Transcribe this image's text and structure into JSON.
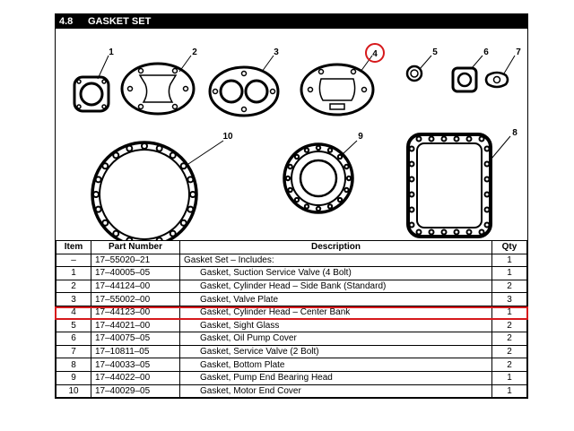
{
  "section": {
    "number": "4.8",
    "title": "GASKET SET"
  },
  "callouts": [
    "1",
    "2",
    "3",
    "4",
    "5",
    "6",
    "7",
    "8",
    "9",
    "10"
  ],
  "highlight_color": "#d6191c",
  "table": {
    "headers": {
      "item": "Item",
      "part": "Part Number",
      "desc": "Description",
      "qty": "Qty"
    },
    "rows": [
      {
        "item": "–",
        "part": "17–55020–21",
        "desc": "Gasket Set – Includes:",
        "qty": "1"
      },
      {
        "item": "1",
        "part": "17–40005–05",
        "desc": "Gasket, Suction Service Valve (4 Bolt)",
        "qty": "1"
      },
      {
        "item": "2",
        "part": "17–44124–00",
        "desc": "Gasket, Cylinder Head – Side Bank (Standard)",
        "qty": "2"
      },
      {
        "item": "3",
        "part": "17–55002–00",
        "desc": "Gasket, Valve Plate",
        "qty": "3"
      },
      {
        "item": "4",
        "part": "17–44123–00",
        "desc": "Gasket, Cylinder Head – Center Bank",
        "qty": "1"
      },
      {
        "item": "5",
        "part": "17–44021–00",
        "desc": "Gasket, Sight Glass",
        "qty": "2"
      },
      {
        "item": "6",
        "part": "17–40075–05",
        "desc": "Gasket, Oil Pump Cover",
        "qty": "2"
      },
      {
        "item": "7",
        "part": "17–10811–05",
        "desc": "Gasket, Service Valve (2 Bolt)",
        "qty": "2"
      },
      {
        "item": "8",
        "part": "17–40033–05",
        "desc": "Gasket, Bottom Plate",
        "qty": "2"
      },
      {
        "item": "9",
        "part": "17–44022–00",
        "desc": "Gasket, Pump End Bearing Head",
        "qty": "1"
      },
      {
        "item": "10",
        "part": "17–40029–05",
        "desc": "Gasket, Motor End Cover",
        "qty": "1"
      }
    ]
  }
}
